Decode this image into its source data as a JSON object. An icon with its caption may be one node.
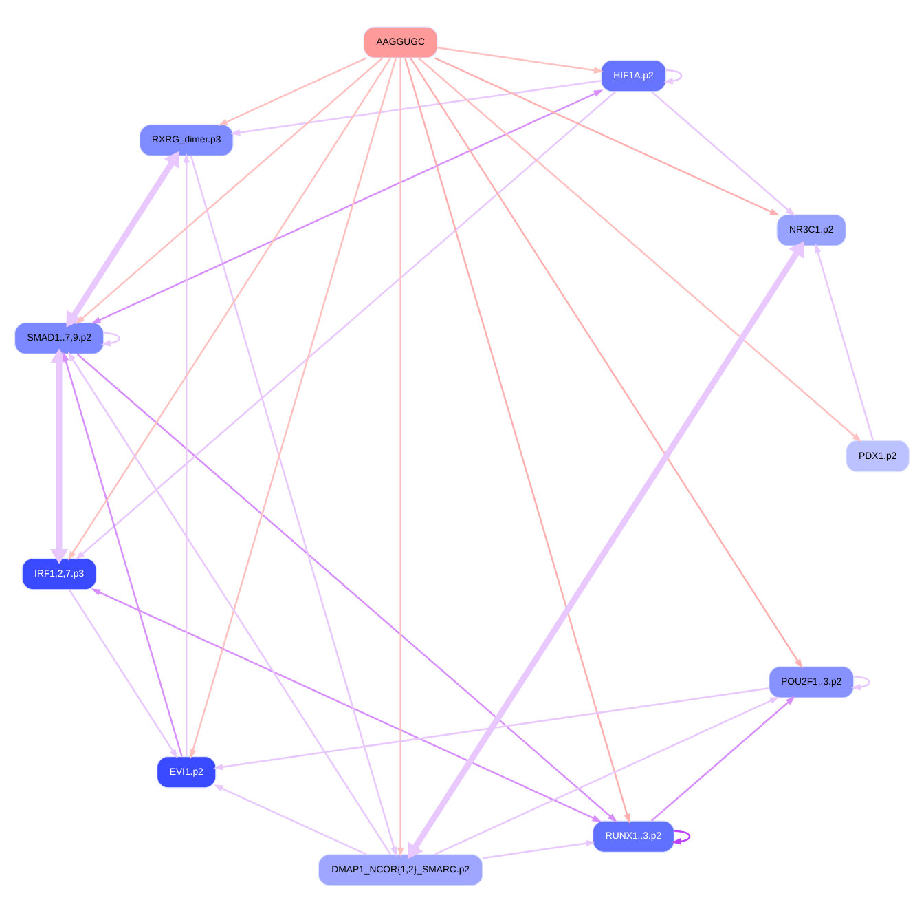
{
  "diagram": {
    "nodes": [
      {
        "text": [
          "SMAD1..7,9.p2"
        ]
      },
      {
        "text": [
          "IRF1,2,7.p3"
        ]
      },
      {
        "text": [
          "RXRG_dimer.p3"
        ]
      },
      {
        "text": [
          "HIF1A.p2"
        ]
      },
      {
        "text": [
          "EVI1.p2"
        ]
      },
      {
        "text": [
          "AAGGUGC"
        ]
      },
      {
        "text": [
          "RUNX1..3.p2"
        ]
      },
      {
        "text": [
          "PDX1.p2"
        ]
      },
      {
        "text": [
          "DMAP1_NCOR{1,2}_SMARC.p2"
        ]
      },
      {
        "text": [
          "NR3C1.p2"
        ]
      },
      {
        "text": [
          "POU2F1..3.p2"
        ]
      }
    ],
    "edges": [
      {
        "from": 5,
        "to": 0,
        "arrow": "to",
        "color": "#ffc0c0"
      },
      {
        "from": 5,
        "to": 1,
        "arrow": "to",
        "color": "#ffc0c0"
      },
      {
        "from": 5,
        "to": 2,
        "arrow": "to",
        "color": "#ffc0c0"
      },
      {
        "from": 5,
        "to": 3,
        "arrow": "to",
        "color": "#ffc0c0"
      },
      {
        "from": 5,
        "to": 4,
        "arrow": "to",
        "color": "#ffc0c0"
      },
      {
        "from": 5,
        "to": 6,
        "arrow": "to",
        "color": "#ffb0b0"
      },
      {
        "from": 5,
        "to": 7,
        "arrow": "to",
        "color": "#ffc0c0"
      },
      {
        "from": 5,
        "to": 8,
        "arrow": "to",
        "color": "#ffc0c0"
      },
      {
        "from": 5,
        "to": 9,
        "arrow": "to",
        "color": "#ffb0b0"
      },
      {
        "from": 5,
        "to": 10,
        "arrow": "to",
        "color": "#ffb0b0"
      },
      {
        "from": 0,
        "to": 0,
        "arrow": "to"
      },
      {
        "from": 0,
        "to": 1,
        "arrow": "both",
        "style": "thick"
      },
      {
        "from": 0,
        "to": 2,
        "arrow": "both",
        "style": "thick"
      },
      {
        "from": 4,
        "to": 0,
        "arrow": "to",
        "color": "#d890ff"
      },
      {
        "from": 3,
        "to": 0,
        "arrow": "both",
        "color": "#d890ff"
      },
      {
        "from": 0,
        "to": 6,
        "arrow": "to",
        "color": "#d890ff"
      },
      {
        "from": 1,
        "to": 6,
        "arrow": "both",
        "color": "#d890ff"
      },
      {
        "from": 3,
        "to": 1,
        "arrow": "to"
      },
      {
        "from": 3,
        "to": 3,
        "arrow": "to"
      },
      {
        "from": 3,
        "to": 2,
        "arrow": "to"
      },
      {
        "from": 1,
        "to": 4,
        "arrow": "to"
      },
      {
        "from": 4,
        "to": 2,
        "arrow": "to"
      },
      {
        "from": 3,
        "to": 9,
        "arrow": "to"
      },
      {
        "from": 2,
        "to": 8,
        "arrow": "to"
      },
      {
        "from": 8,
        "to": 4,
        "arrow": "to"
      },
      {
        "from": 10,
        "to": 4,
        "arrow": "to"
      },
      {
        "from": 8,
        "to": 6,
        "arrow": "to"
      },
      {
        "from": 8,
        "to": 0,
        "arrow": "to"
      },
      {
        "from": 8,
        "to": 9,
        "arrow": "both",
        "style": "thick"
      },
      {
        "from": 8,
        "to": 10,
        "arrow": "to"
      },
      {
        "from": 6,
        "to": 6,
        "arrow": "to",
        "color": "#c040ff"
      },
      {
        "from": 6,
        "to": 10,
        "arrow": "to",
        "color": "#d890ff"
      },
      {
        "from": 7,
        "to": 9,
        "arrow": "to"
      },
      {
        "from": 10,
        "to": 10,
        "arrow": "to"
      }
    ]
  }
}
